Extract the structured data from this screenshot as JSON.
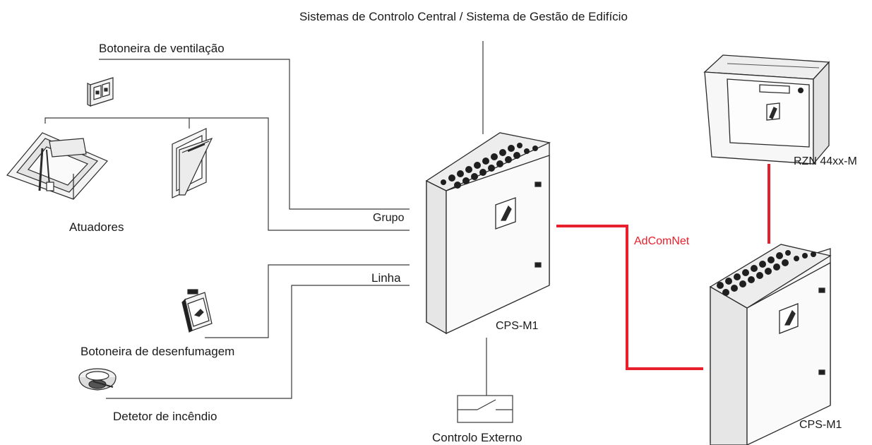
{
  "labels": {
    "central_system": "Sistemas de Controlo Central / Sistema de Gestão de Edifício",
    "ventilation_button": "Botoneira de ventilação",
    "actuators": "Atuadores",
    "group": "Grupo",
    "line": "Linha",
    "smoke_button": "Botoneira de desenfumagem",
    "fire_detector": "Detetor de incêndio",
    "external_control": "Controlo Externo",
    "cps_main": "CPS-M1",
    "cps_secondary": "CPS-M1",
    "adcomnet": "AdComNet",
    "rzn": "RZN 44xx-M"
  },
  "colors": {
    "line": "#333333",
    "network": "#e8202d",
    "device_fill": "#f4f4f4",
    "device_stroke": "#2a2a2a"
  }
}
